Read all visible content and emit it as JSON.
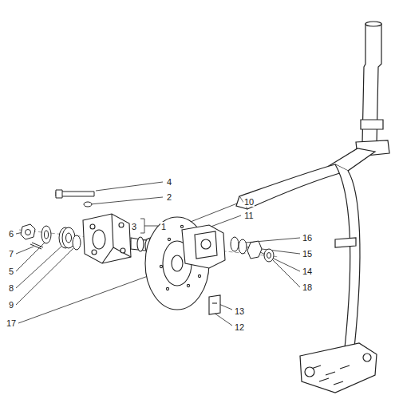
{
  "diagram": {
    "labels": [
      "4",
      "2",
      "3",
      "1",
      "6",
      "7",
      "5",
      "8",
      "9",
      "10",
      "11",
      "17",
      "16",
      "15",
      "14",
      "18",
      "13",
      "12"
    ]
  }
}
